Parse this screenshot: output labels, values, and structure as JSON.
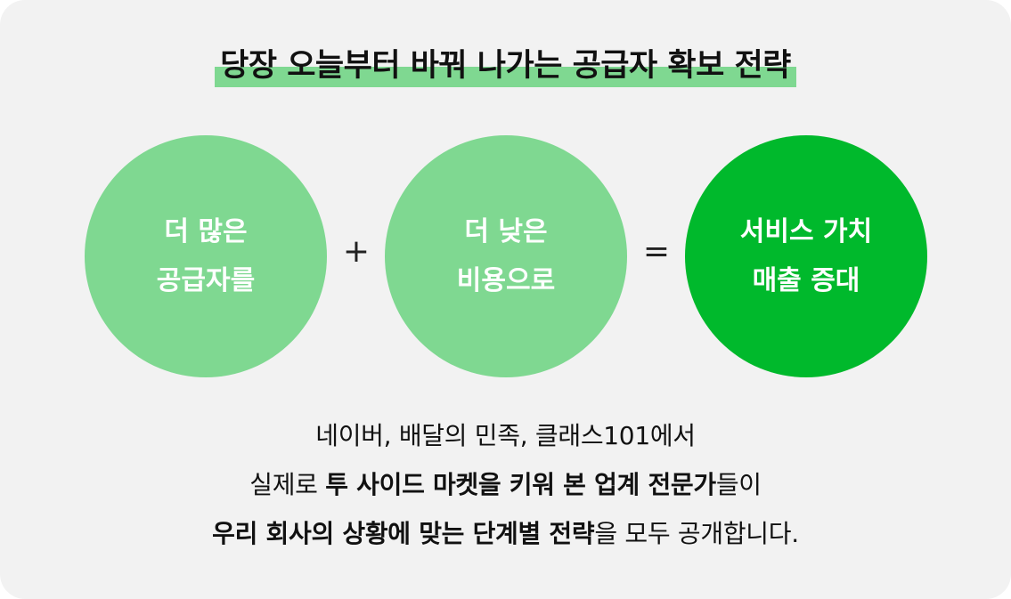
{
  "title": "당장 오늘부터 바꿔 나가는 공급자 확보 전략",
  "circles": [
    {
      "line1": "더 많은",
      "line2": "공급자를"
    },
    {
      "line1": "더 낮은",
      "line2": "비용으로"
    },
    {
      "line1": "서비스 가치",
      "line2": "매출 증대"
    }
  ],
  "operators": {
    "plus": "+",
    "equals": "="
  },
  "description": {
    "line1": "네이버, 배달의 민족, 클래스101에서",
    "line2_pre": "실제로 ",
    "line2_bold": "투 사이드 마켓을 키워 본 업계 전문가",
    "line2_post": "들이",
    "line3_bold": "우리 회사의 상황에 맞는 단계별 전략",
    "line3_post": "을 모두 공개합니다."
  },
  "colors": {
    "light_green": "#7fd891",
    "dark_green": "#00b92c",
    "background": "#f2f2f2"
  }
}
